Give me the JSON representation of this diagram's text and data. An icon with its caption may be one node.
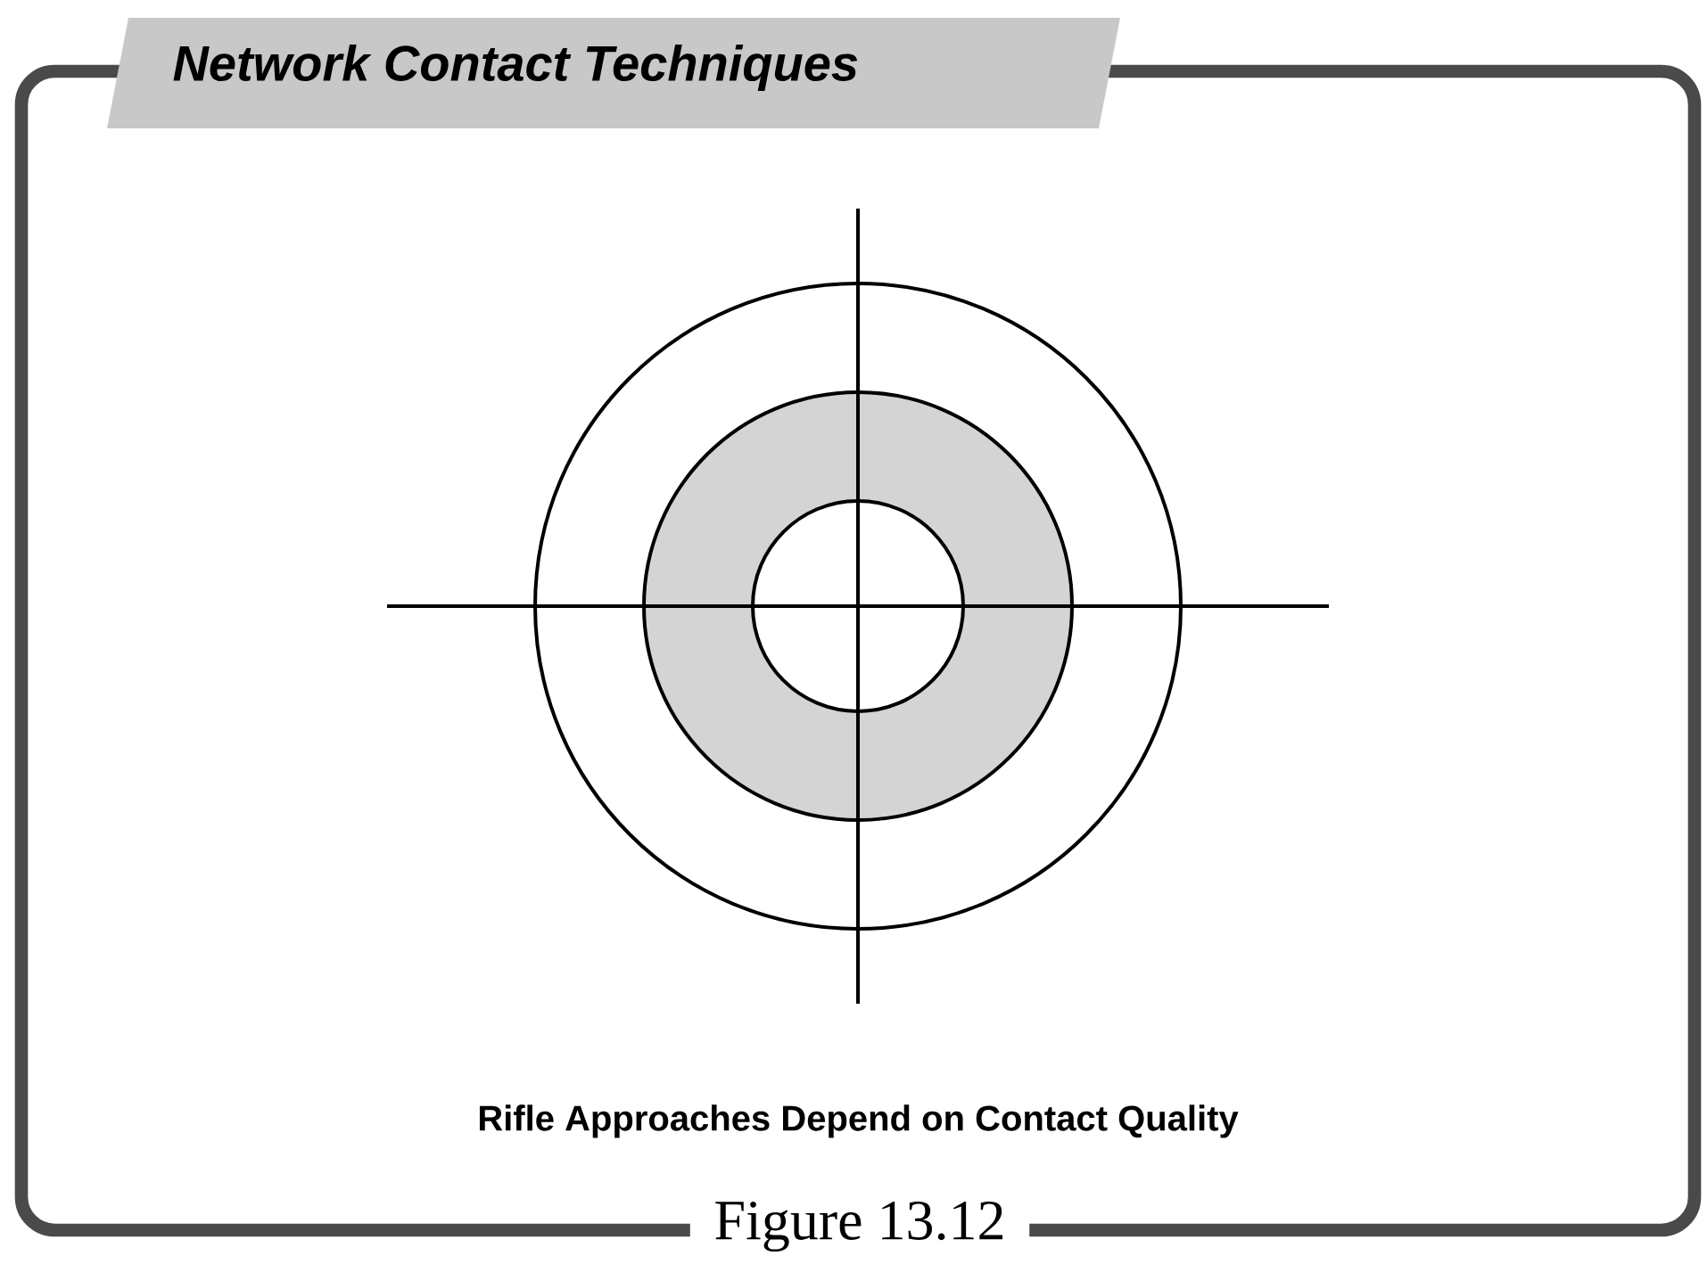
{
  "diagram": {
    "title": "Network Contact Techniques",
    "caption": "Rifle Approaches Depend on Contact Quality",
    "labels": [
      "Figure 13.12"
    ]
  }
}
